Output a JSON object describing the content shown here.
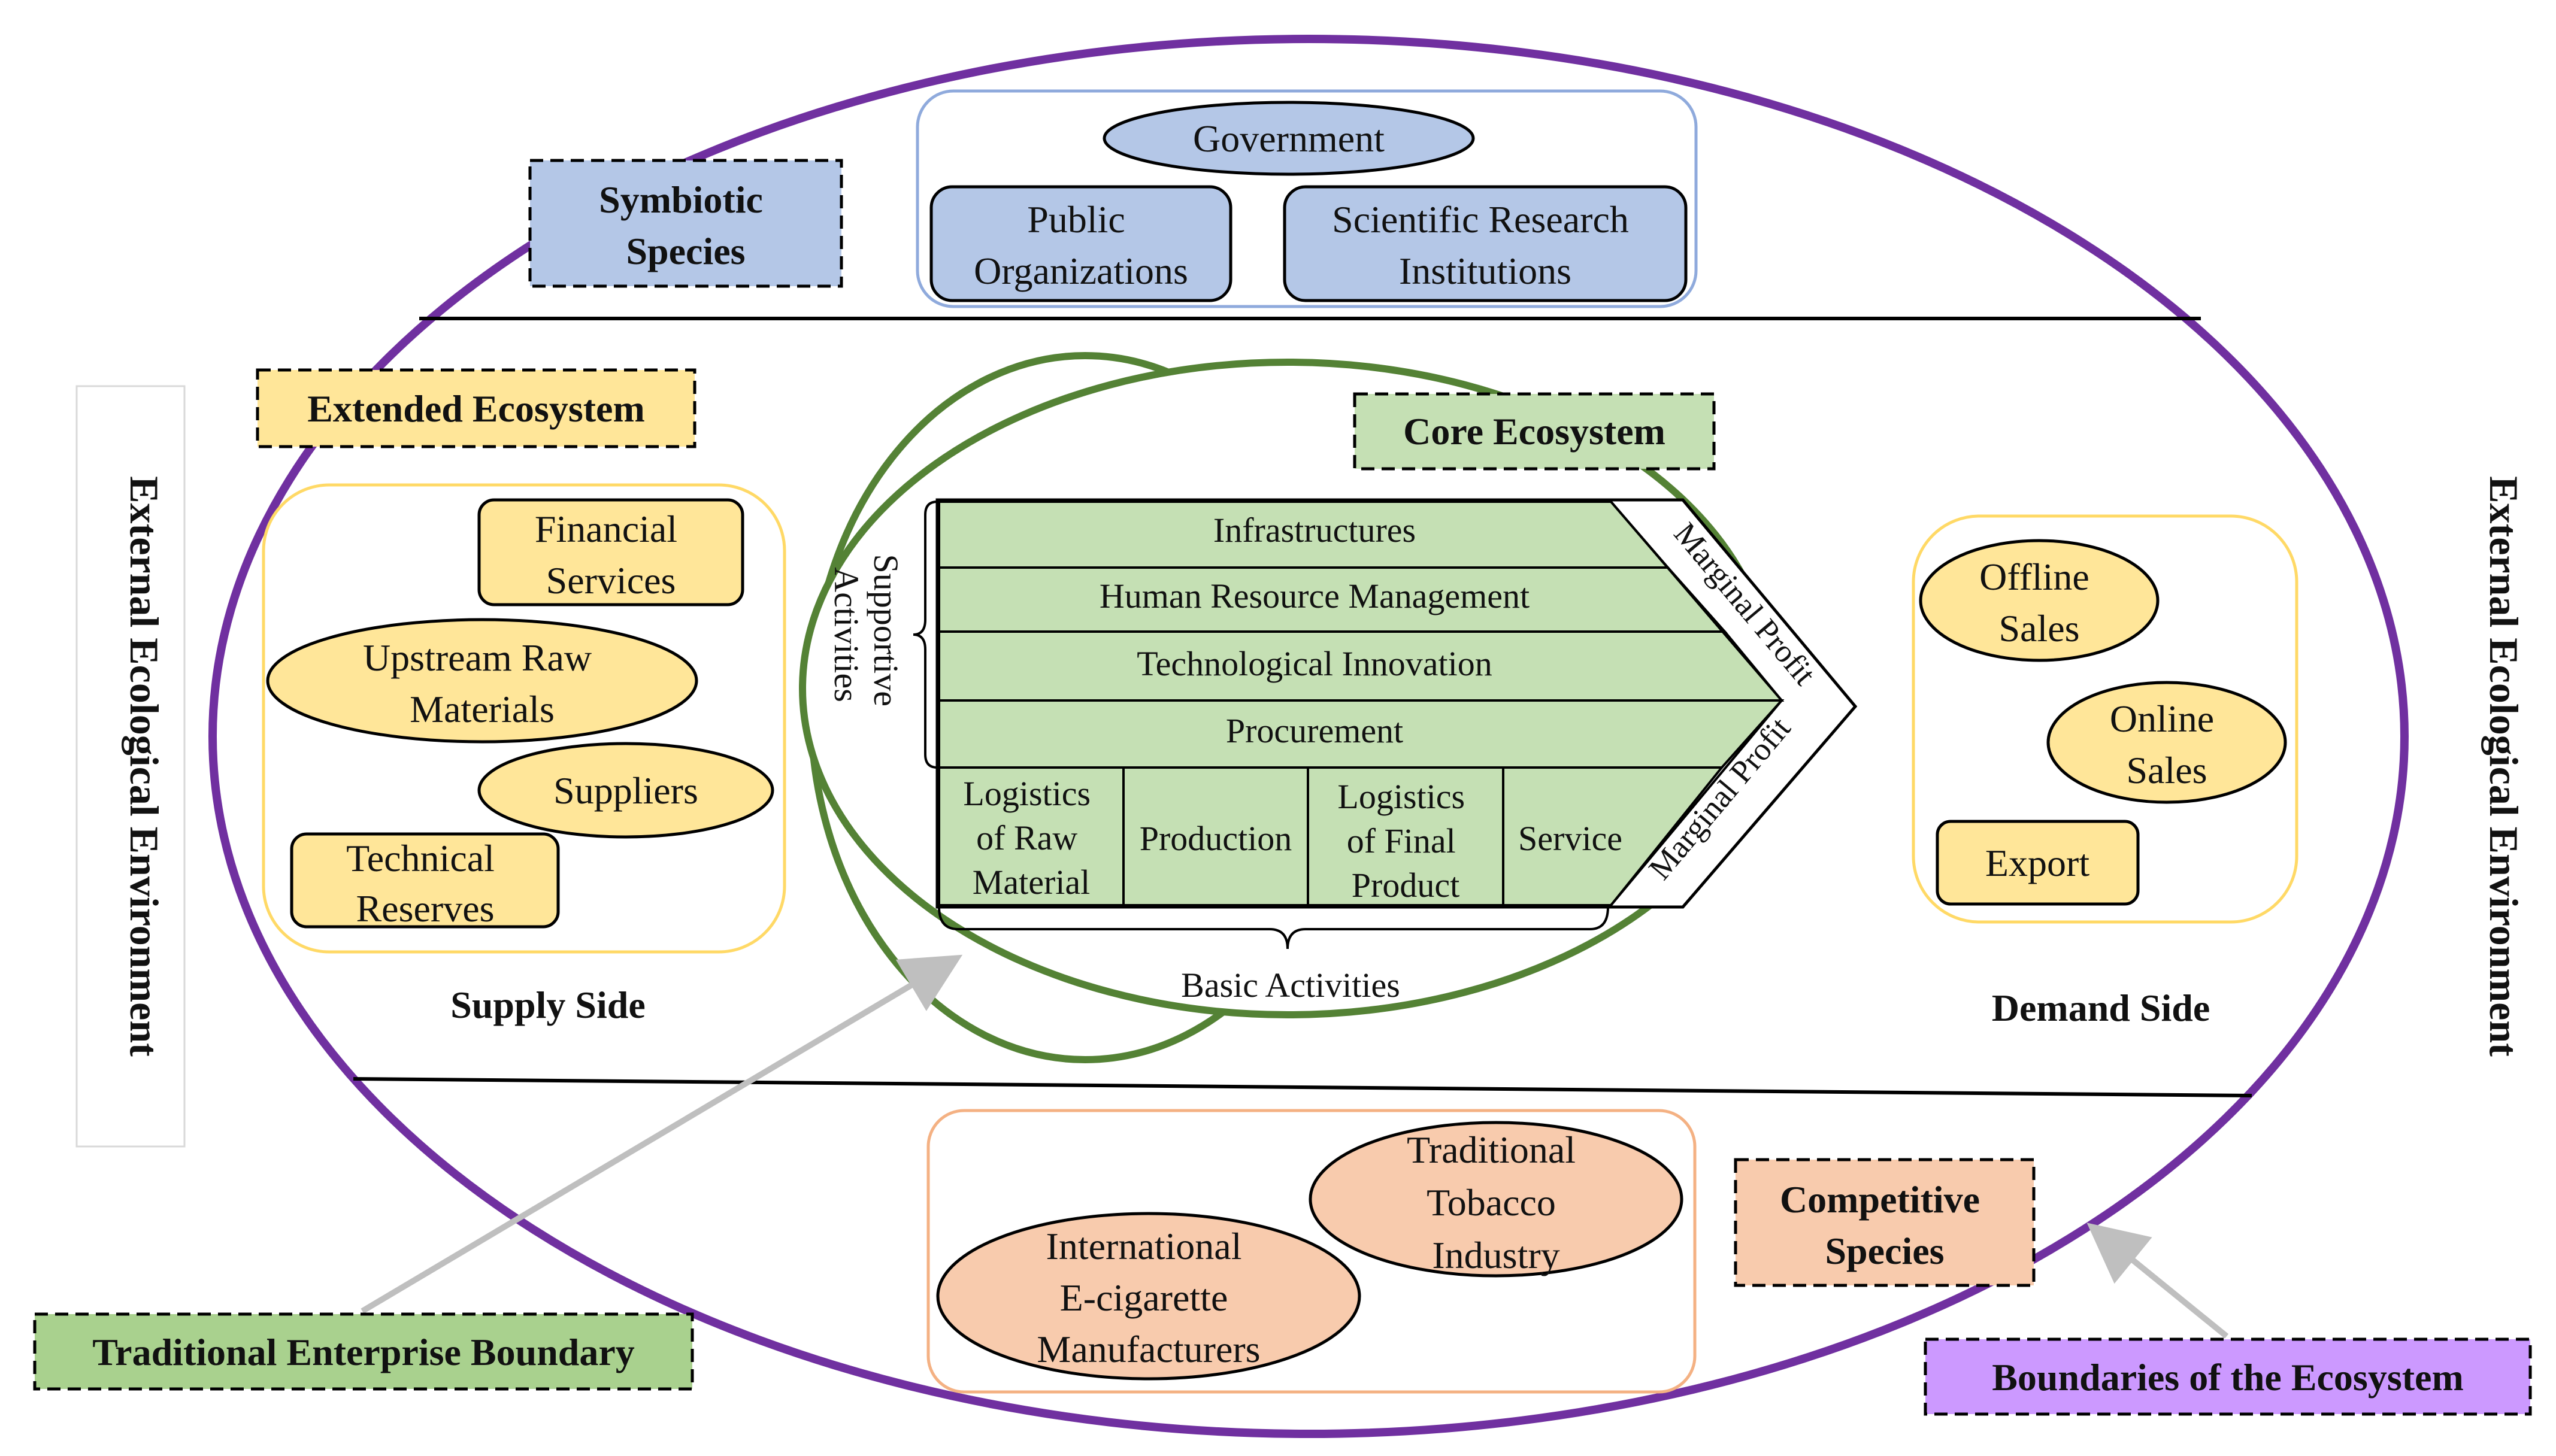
{
  "labels": {
    "symbiotic_species": [
      "Symbiotic",
      "Species"
    ],
    "extended_ecosystem": "Extended Ecosystem",
    "core_ecosystem": "Core Ecosystem",
    "competitive_species": [
      "Competitive",
      "Species"
    ],
    "external_left": "External Ecological Environment",
    "external_right": "External Ecological Environment",
    "supply_side": "Supply Side",
    "demand_side": "Demand Side",
    "traditional_enterprise_boundary": "Traditional Enterprise Boundary",
    "boundaries_of_ecosystem": "Boundaries of the Ecosystem"
  },
  "symbiotic": {
    "government": "Government",
    "public_organizations": [
      "Public",
      "Organizations"
    ],
    "research_institutions": [
      "Scientific Research",
      "Institutions"
    ]
  },
  "supply": {
    "financial_services": [
      "Financial",
      "Services"
    ],
    "upstream_raw_materials": [
      "Upstream Raw",
      "Materials"
    ],
    "suppliers": "Suppliers",
    "technical_reserves": [
      "Technical",
      "Reserves"
    ]
  },
  "demand": {
    "offline_sales": [
      "Offline",
      "Sales"
    ],
    "online_sales": [
      "Online",
      "Sales"
    ],
    "export": "Export"
  },
  "value_chain": {
    "supportive": [
      "Infrastructures",
      "Human Resource Management",
      "Technological Innovation",
      "Procurement"
    ],
    "supportive_label": [
      "Supportive",
      "Activities"
    ],
    "basic": [
      [
        "Logistics",
        "of Raw",
        "Material"
      ],
      [
        "Production"
      ],
      [
        "Logistics",
        "of Final",
        "Product"
      ],
      [
        "Service"
      ]
    ],
    "basic_label": "Basic Activities",
    "margin_upper": "Marginal Profit",
    "margin_lower": "Marginal Profit"
  },
  "competitive": {
    "traditional_tobacco": [
      "Traditional",
      "Tobacco",
      "Industry"
    ],
    "international_ecig": [
      "International",
      "E-cigarette",
      "Manufacturers"
    ]
  },
  "colors": {
    "purple": "#7030a0",
    "green": "#548235",
    "blue_fill": "#b4c7e7",
    "yellow_fill": "#ffe699",
    "green_fill": "#c5e0b4",
    "orange_fill": "#f8cbad",
    "violet_fill": "#cc99ff",
    "green_label": "#a9d18e"
  }
}
